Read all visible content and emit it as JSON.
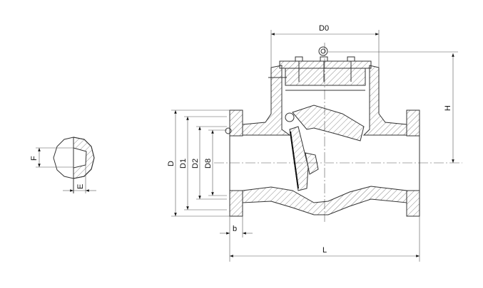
{
  "title": "Swing check valve dimension drawing",
  "labels": {
    "D0": "D0",
    "H": "H",
    "D": "D",
    "D1": "D1",
    "D2": "D2",
    "D8": "D8",
    "b": "b",
    "L": "L",
    "F": "F",
    "E": "E"
  },
  "colors": {
    "line": "#333333",
    "background": "#ffffff"
  }
}
